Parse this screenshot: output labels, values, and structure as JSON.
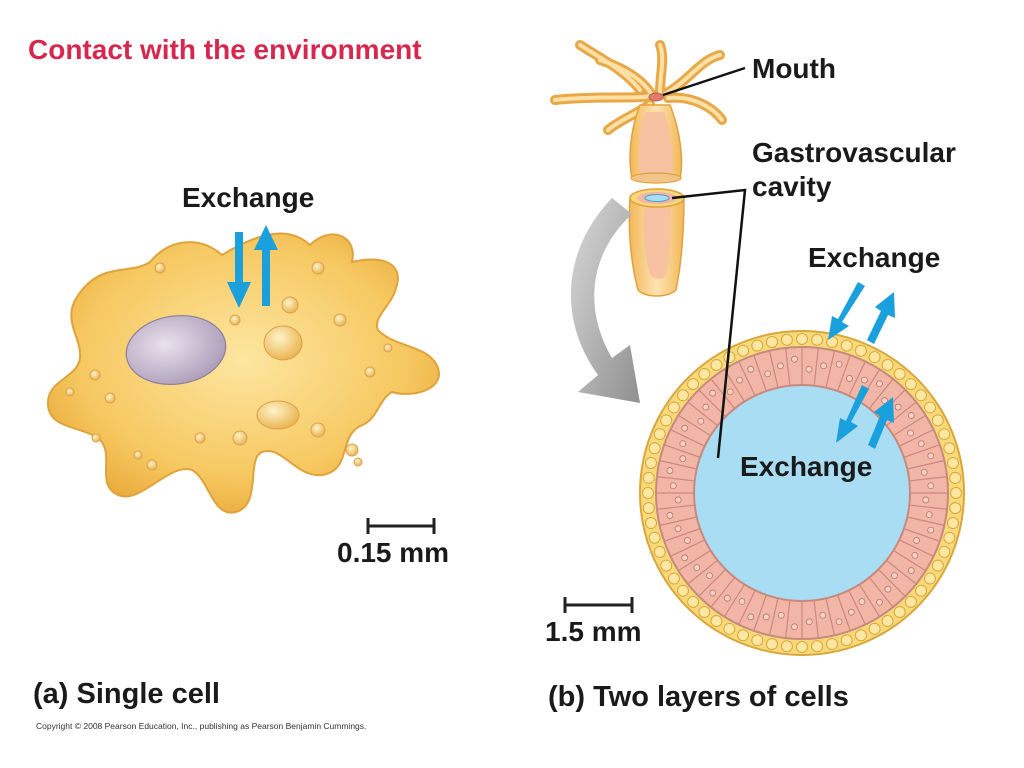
{
  "title": "Contact with the environment",
  "panel_a": {
    "exchange_label": "Exchange",
    "scale_label": "0.15 mm",
    "caption": "(a) Single cell"
  },
  "panel_b": {
    "mouth_label": "Mouth",
    "cavity_label_line1": "Gastrovascular",
    "cavity_label_line2": "cavity",
    "exchange_outer_label": "Exchange",
    "exchange_inner_label": "Exchange",
    "scale_label": "1.5 mm",
    "caption": "(b) Two layers of cells"
  },
  "copyright": "Copyright © 2008 Pearson Education, Inc., publishing as Pearson Benjamin Cummings.",
  "colors": {
    "title": "#d6284e",
    "arrow": "#1aa0dc",
    "cell_body": "#f6c860",
    "cavity": "#a9ddf3",
    "inner_layer": "#f2b6a6",
    "outer_layer": "#f8d97a"
  }
}
